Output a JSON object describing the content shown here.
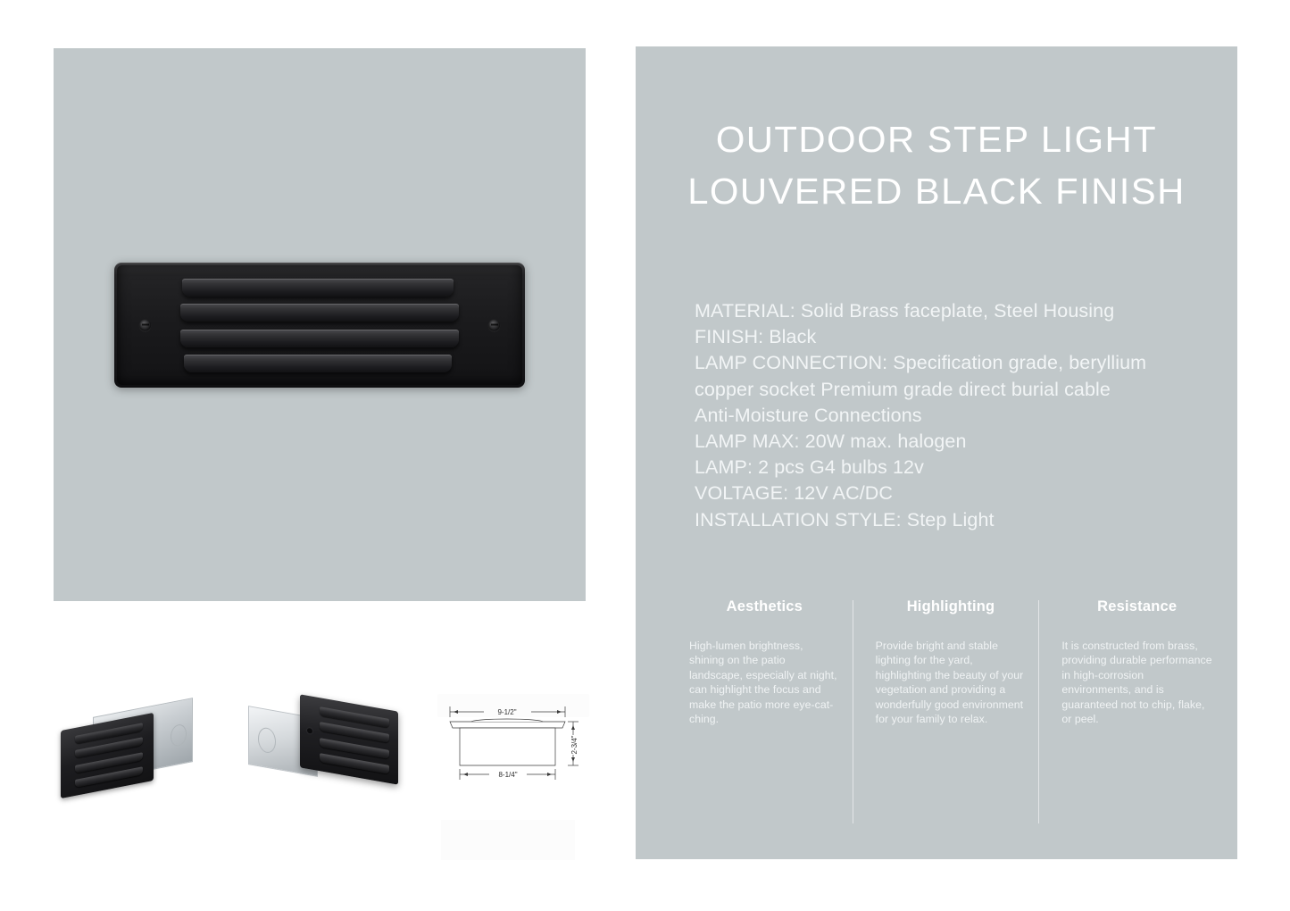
{
  "product": {
    "title_line_1": "OUTDOOR STEP LIGHT",
    "title_line_2": "LOUVERED BLACK FINISH"
  },
  "specs": [
    "MATERIAL: Solid Brass faceplate, Steel Housing",
    "FINISH: Black",
    "LAMP CONNECTION: Specification grade, beryllium",
    "copper socket Premium grade direct burial cable",
    "Anti-Moisture Connections",
    "LAMP MAX: 20W max. halogen",
    "LAMP: 2 pcs G4 bulbs 12v",
    "VOLTAGE: 12V AC/DC",
    "INSTALLATION STYLE: Step Light"
  ],
  "features": [
    {
      "title": "Aesthetics",
      "body": "High-lumen brightness, shining on the patio landscape, especially at night, can highlight the focus and make the patio more eye-cat-ching."
    },
    {
      "title": "Highlighting",
      "body": "Provide bright and stable lighting for the yard, highlighting the beauty of your vegetation and providing a wonderfully good environment for your family to relax."
    },
    {
      "title": "Resistance",
      "body": "It is constructed from brass, providing durable performance in high-corrosion environments, and is guaranteed not to chip, flake, or peel."
    }
  ],
  "drawing": {
    "top_width": "9-1/2\"",
    "bottom_width": "8-1/4\"",
    "height": "2-3/4\""
  },
  "colors": {
    "panel_background": "#c1c8ca",
    "page_background": "#ffffff",
    "text_on_panel": "#ffffff",
    "product_black": "#1a1a1c"
  }
}
